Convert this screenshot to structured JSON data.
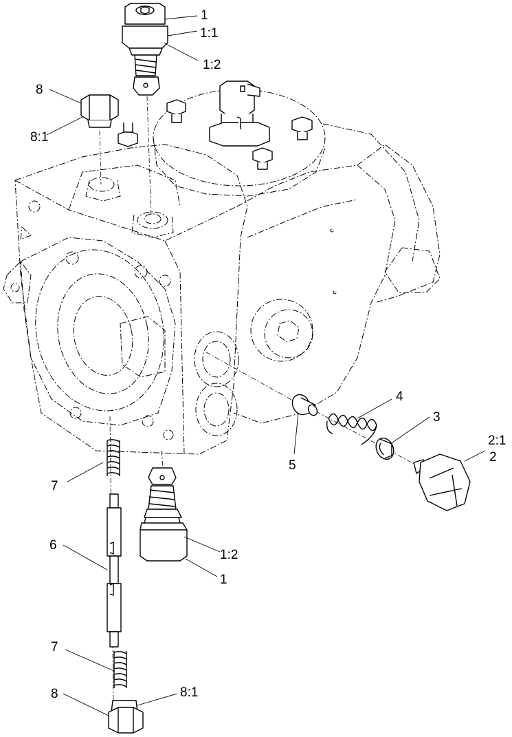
{
  "callouts": {
    "c1_top": "1",
    "c1_1_top": "1:1",
    "c1_2_top": "1:2",
    "c8_top": "8",
    "c8_1_top": "8:1",
    "c4": "4",
    "c3": "3",
    "c2_1": "2:1",
    "c2": "2",
    "c5": "5",
    "c7_upper": "7",
    "c6": "6",
    "c1_2_bottom": "1:2",
    "c1_bottom": "1",
    "c7_lower": "7",
    "c8_bottom": "8",
    "c8_1_bottom": "8:1"
  }
}
